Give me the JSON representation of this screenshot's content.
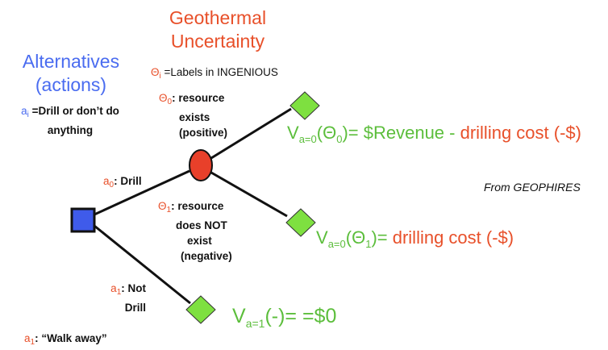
{
  "alternatives": {
    "title_line1": "Alternatives",
    "title_line2": "(actions)",
    "def_symbol": "a",
    "def_sub": "i",
    "def_text_line1": " =Drill or don’t do",
    "def_text_line2": "anything"
  },
  "uncertainty": {
    "title_line1": "Geothermal",
    "title_line2": "Uncertainty",
    "labels_symbol": "Θ",
    "labels_sub": "i",
    "labels_text": " =Labels in INGENIOUS"
  },
  "branches": {
    "theta0": {
      "symbol": "Θ",
      "sub": "0",
      "line1": ": resource",
      "line2": "exists",
      "line3": "(positive)"
    },
    "theta1": {
      "symbol": "Θ",
      "sub": "1",
      "line1": ": resource",
      "line2": "does NOT",
      "line3": "exist",
      "line4": "(negative)"
    },
    "a0": {
      "symbol": "a",
      "sub": "0",
      "text": ": Drill"
    },
    "a1": {
      "symbol": "a",
      "sub": "1",
      "line1": ": Not",
      "line2": "Drill"
    },
    "a1_walk": {
      "symbol": "a",
      "sub": "1",
      "text": ": “Walk away”"
    }
  },
  "values": {
    "v1": {
      "v": "V",
      "sub": "a=0",
      "theta": "(Θ",
      "theta_sub": "0",
      "eq": ")= ",
      "revenue": "$Revenue - ",
      "cost": "drilling cost (-$)"
    },
    "v2": {
      "v": "V",
      "sub": "a=0",
      "theta": "(Θ",
      "theta_sub": "1",
      "eq": ")= ",
      "cost": "drilling cost (-$)"
    },
    "v3": {
      "v": "V",
      "sub": "a=1",
      "rest": "(-)= =$0"
    }
  },
  "source_note": "From GEOPHIRES",
  "colors": {
    "alternatives": "#4a6cf0",
    "uncertainty": "#e8502a",
    "outcome": "#5cbe3c",
    "decision_node": "#3f5bea",
    "chance_node": "#e8402a",
    "terminal_node": "#7ee040"
  }
}
